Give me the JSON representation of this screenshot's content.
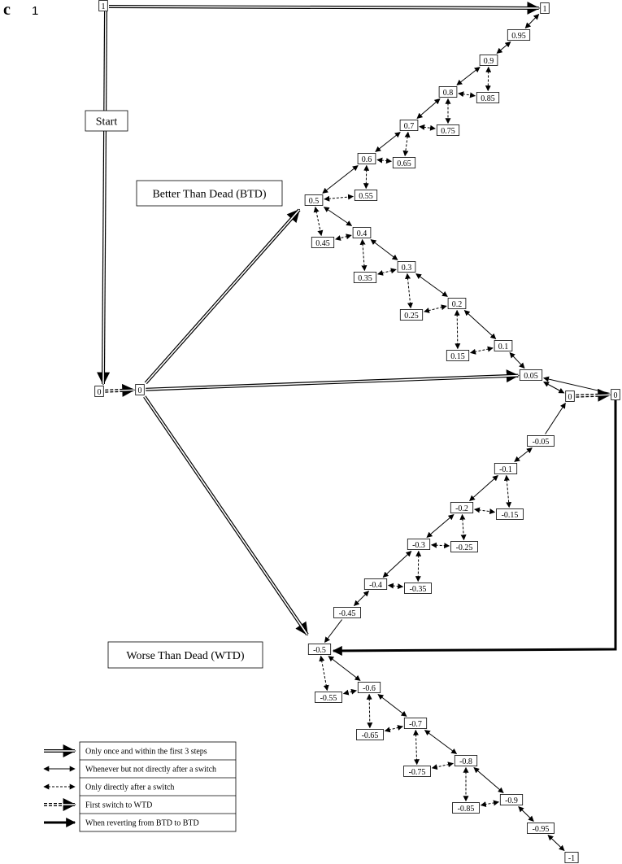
{
  "header": {
    "panel_letter": "c",
    "figure_number": "1"
  },
  "labels": {
    "start": "Start",
    "btd": "Better Than Dead (BTD)",
    "wtd": "Worse Than Dead (WTD)"
  },
  "legend": [
    {
      "style": "double",
      "label": "Only once and within the first 3 steps"
    },
    {
      "style": "solid",
      "label": "Whenever but not directly after a switch"
    },
    {
      "style": "dashed",
      "label": "Only directly after a switch"
    },
    {
      "style": "double-dashed",
      "label": "First switch to WTD"
    },
    {
      "style": "thick",
      "label": "When reverting from BTD to BTD"
    }
  ],
  "nodes": {
    "top_left": "1",
    "top_right": "1",
    "b095": "0.95",
    "b09": "0.9",
    "b085": "0.85",
    "b08": "0.8",
    "b075": "0.75",
    "b07": "0.7",
    "b065": "0.65",
    "b06": "0.6",
    "b055": "0.55",
    "b05": "0.5",
    "b045": "0.45",
    "b04": "0.4",
    "b035": "0.35",
    "b03": "0.3",
    "b025": "0.25",
    "b02": "0.2",
    "b015": "0.15",
    "b01": "0.1",
    "b005": "0.05",
    "zero_a": "0",
    "zero_b": "0",
    "zero_c": "0",
    "zero_d": "0",
    "w005": "-0.05",
    "w01": "-0.1",
    "w015": "-0.15",
    "w02": "-0.2",
    "w025": "-0.25",
    "w03": "-0.3",
    "w035": "-0.35",
    "w04": "-0.4",
    "w045": "-0.45",
    "w05": "-0.5",
    "w055": "-0.55",
    "w06": "-0.6",
    "w065": "-0.65",
    "w07": "-0.7",
    "w075": "-0.75",
    "w08": "-0.8",
    "w085": "-0.85",
    "w09": "-0.9",
    "w095": "-0.95",
    "w1": "-1"
  }
}
